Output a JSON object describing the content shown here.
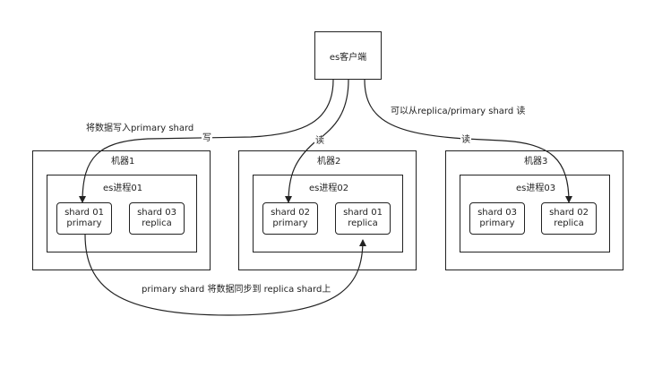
{
  "client": {
    "label": "es客户端"
  },
  "machines": [
    {
      "label": "机器1",
      "process": "es进程01",
      "shards": [
        {
          "name": "shard 01",
          "role": "primary"
        },
        {
          "name": "shard 03",
          "role": "replica"
        }
      ]
    },
    {
      "label": "机器2",
      "process": "es进程02",
      "shards": [
        {
          "name": "shard 02",
          "role": "primary"
        },
        {
          "name": "shard 01",
          "role": "replica"
        }
      ]
    },
    {
      "label": "机器3",
      "process": "es进程03",
      "shards": [
        {
          "name": "shard 03",
          "role": "primary"
        },
        {
          "name": "shard 02",
          "role": "replica"
        }
      ]
    }
  ],
  "edges": {
    "write_desc": "将数据写入primary shard",
    "write_tag": "写",
    "read_tag": "读",
    "read_desc": "可以从replica/primary shard 读",
    "sync_desc": "primary shard 将数据同步到 replica shard上"
  }
}
